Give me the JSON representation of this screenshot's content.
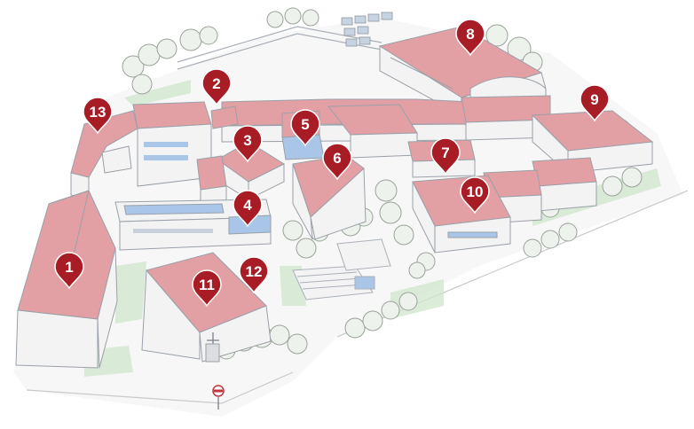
{
  "colors": {
    "roof": "#e2a0a4",
    "roof_dark": "#c9767c",
    "wall": "#f3f3f4",
    "outline": "#9aa0a8",
    "glass": "#a9c6e8",
    "grass": "#cfe6cc",
    "tree": "#e9eee8",
    "pin": "#a81c26",
    "pin_text": "#ffffff",
    "ground": "#f7f7f7"
  },
  "markers": [
    {
      "label": "1"
    },
    {
      "label": "2"
    },
    {
      "label": "3"
    },
    {
      "label": "4"
    },
    {
      "label": "5"
    },
    {
      "label": "6"
    },
    {
      "label": "7"
    },
    {
      "label": "8"
    },
    {
      "label": "9"
    },
    {
      "label": "10"
    },
    {
      "label": "11"
    },
    {
      "label": "12"
    },
    {
      "label": "13"
    }
  ]
}
